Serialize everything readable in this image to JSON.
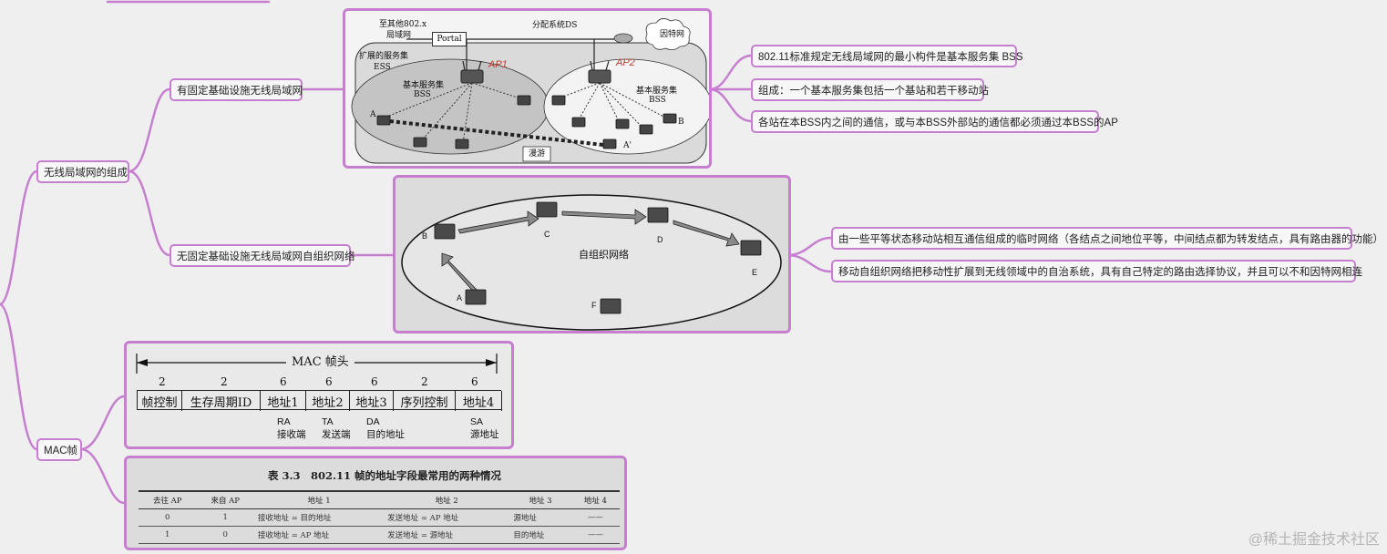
{
  "mindmap": {
    "branch_wlan": "无线局域网的组成",
    "branch_infra": "有固定基础设施无线局域网",
    "branch_adhoc": "无固定基础设施无线局域网自组织网络",
    "branch_mac": "MAC帧"
  },
  "infra_notes": [
    "802.11标准规定无线局域网的最小构件是基本服务集 BSS",
    "组成：一个基本服务集包括一个基站和若干移动站",
    "各站在本BSS内之间的通信，或与本BSS外部站的通信都必须通过本BSS的AP"
  ],
  "adhoc_notes": [
    "由一些平等状态移动站相互通信组成的临时网络（各结点之间地位平等，中间结点都为转发结点，具有路由器的功能）",
    "移动自组织网络把移动性扩展到无线领域中的自治系统，具有自己特定的路由选择协议，并且可以不和因特网相连"
  ],
  "infra_diagram": {
    "to_other_lan": "至其他802.x",
    "to_other_lan2": "局域网",
    "portal": "Portal",
    "ds": "分配系统DS",
    "internet": "因特网",
    "ess": "扩展的服务集",
    "ess_abbr": "ESS",
    "bss": "基本服务集",
    "bss_abbr": "BSS",
    "ap1": "AP1",
    "ap2": "AP2",
    "station_a": "A",
    "station_a2": "A'",
    "station_b": "B",
    "roaming": "漫游"
  },
  "adhoc_diagram": {
    "label": "自组织网络",
    "nodes": [
      "A",
      "B",
      "C",
      "D",
      "E",
      "F"
    ]
  },
  "mac_frame": {
    "header": "MAC 帧头",
    "sizes": [
      "2",
      "2",
      "6",
      "6",
      "6",
      "2",
      "6"
    ],
    "fields": [
      "帧控制",
      "生存周期ID",
      "地址1",
      "地址2",
      "地址3",
      "序列控制",
      "地址4"
    ],
    "codes": [
      "RA",
      "TA",
      "DA",
      "SA"
    ],
    "meanings": [
      "接收端",
      "发送端",
      "目的地址",
      "源地址"
    ]
  },
  "address_table": {
    "title": "表 3.3　802.11 帧的地址字段最常用的两种情况",
    "columns": [
      "去往 AP",
      "来自 AP",
      "地址 1",
      "地址 2",
      "地址 3",
      "地址 4"
    ],
    "rows": [
      [
        "0",
        "1",
        "接收地址 = 目的地址",
        "发送地址 = AP 地址",
        "源地址",
        "——"
      ],
      [
        "1",
        "0",
        "接收地址 = AP 地址",
        "发送地址 = 源地址",
        "目的地址",
        "——"
      ]
    ]
  },
  "watermark": "@稀土掘金技术社区"
}
